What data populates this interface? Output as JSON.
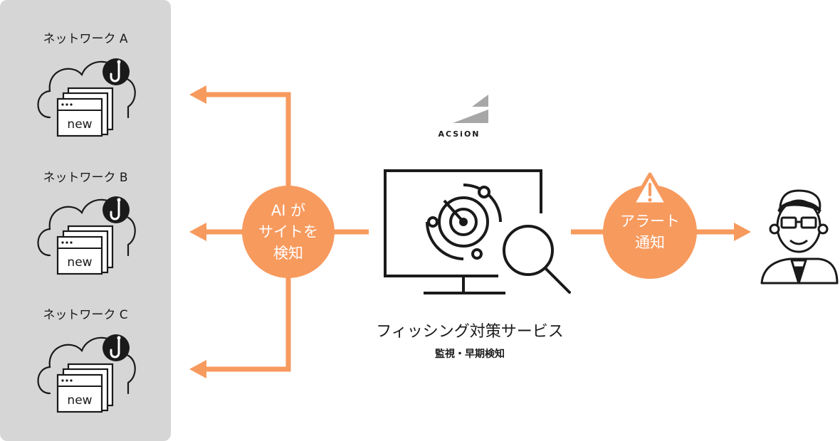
{
  "networks": [
    {
      "label": "ネットワーク A",
      "badge": "new"
    },
    {
      "label": "ネットワーク B",
      "badge": "new"
    },
    {
      "label": "ネットワーク C",
      "badge": "new"
    }
  ],
  "detect": {
    "line1": "AI が",
    "line2": "サイトを",
    "line3": "検知"
  },
  "alert": {
    "line1": "アラート",
    "line2": "通知"
  },
  "brand": {
    "logo_text": "ACSiON"
  },
  "service": {
    "title": "フィッシング対策サービス",
    "subtitle": "監視・早期検知"
  },
  "colors": {
    "accent": "#f79a5e",
    "panel": "#d6d6d6",
    "ink": "#1a1a1a"
  },
  "icons": [
    "cloud-icon",
    "browser-window-icon",
    "fishing-hook-icon",
    "radar-monitor-icon",
    "magnifier-icon",
    "warning-icon",
    "user-icon"
  ]
}
